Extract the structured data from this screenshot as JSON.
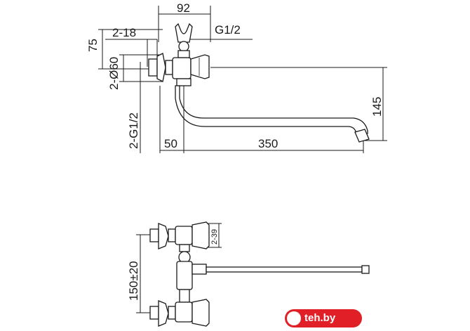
{
  "top_view": {
    "dim_width": "92",
    "dim_height": "75",
    "dim_spacing": "2-18",
    "dim_thread_top": "G1/2",
    "dim_diameter": "2-Ø60",
    "dim_inlet_thread": "2-G1/2",
    "dim_offset": "50",
    "dim_spout_length": "350",
    "dim_spout_height": "145"
  },
  "bottom_view": {
    "dim_center_distance": "150±20",
    "dim_handle": "2-39"
  },
  "logo": {
    "text": "teh.by",
    "color": "#e01f26"
  }
}
